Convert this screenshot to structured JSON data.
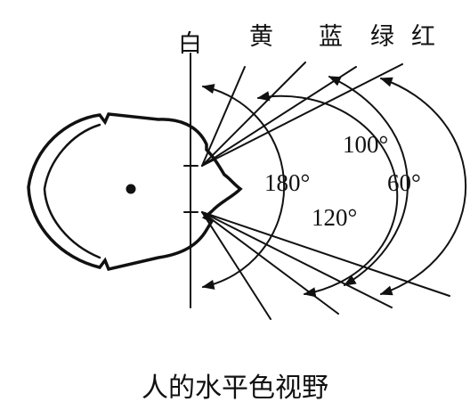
{
  "labels": {
    "white": "白",
    "yellow": "黄",
    "blue": "蓝",
    "green": "绿",
    "red": "红"
  },
  "angles": {
    "a180": "180°",
    "a120": "120°",
    "a100": "100°",
    "a60": "60°"
  },
  "caption": "人的水平色视野"
}
